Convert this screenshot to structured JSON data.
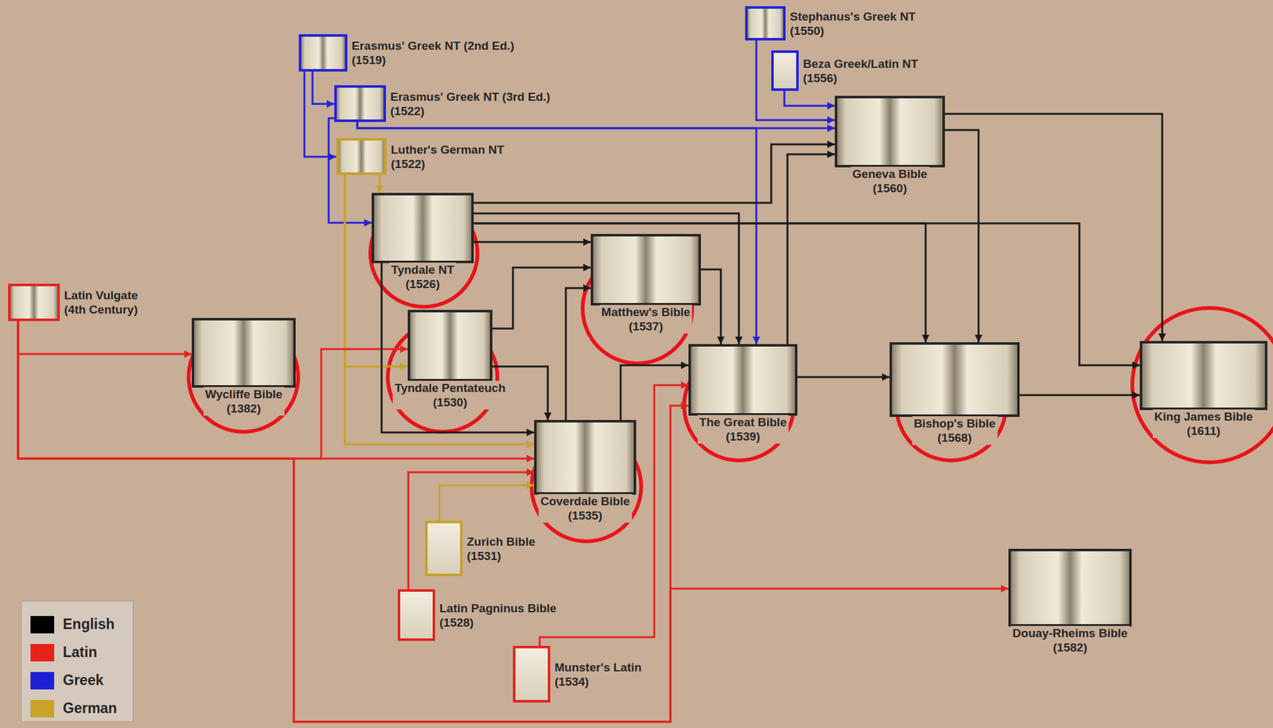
{
  "diagram": {
    "nodes": [
      {
        "text": [
          "Stephanus's Greek NT",
          "(1550)"
        ]
      },
      {
        "text": [
          "Erasmus' Greek NT (2nd Ed.)",
          "(1519)"
        ]
      },
      {
        "text": [
          "Beza Greek/Latin NT",
          "(1556)"
        ]
      },
      {
        "text": [
          "Erasmus' Greek NT (3rd Ed.)",
          "(1522)"
        ]
      },
      {
        "text": [
          "Geneva Bible",
          "(1560)"
        ]
      },
      {
        "text": [
          "Luther's German NT",
          "(1522)"
        ]
      },
      {
        "text": [
          "Tyndale NT",
          "(1526)"
        ]
      },
      {
        "text": [
          "Matthew's Bible",
          "(1537)"
        ]
      },
      {
        "text": [
          "Latin Vulgate",
          "(4th Century)"
        ]
      },
      {
        "text": [
          "Wycliffe Bible",
          "(1382)"
        ]
      },
      {
        "text": [
          "Tyndale Pentateuch",
          "(1530)"
        ]
      },
      {
        "text": [
          "The Great Bible",
          "(1539)"
        ]
      },
      {
        "text": [
          "Bishop's Bible",
          "(1568)"
        ]
      },
      {
        "text": [
          "King James Bible",
          "(1611)"
        ]
      },
      {
        "text": [
          "Coverdale Bible",
          "(1535)"
        ]
      },
      {
        "text": [
          "Zurich Bible",
          "(1531)"
        ]
      },
      {
        "text": [
          "Douay-Rheims Bible",
          "(1582)"
        ]
      },
      {
        "text": [
          "Latin Pagninus Bible",
          "(1528)"
        ]
      },
      {
        "text": [
          "Munster's Latin",
          "(1534)"
        ]
      }
    ],
    "edges": [
      {
        "from": 1,
        "to": 3,
        "arrow": "to"
      },
      {
        "from": 1,
        "to": 5,
        "arrow": "to"
      },
      {
        "from": 0,
        "to": 4,
        "arrow": "to"
      },
      {
        "from": 2,
        "to": 4,
        "arrow": "to"
      },
      {
        "from": 3,
        "to": 4,
        "arrow": "to"
      },
      {
        "from": 3,
        "to": 6,
        "arrow": "to"
      },
      {
        "from": 3,
        "to": 11,
        "arrow": "to"
      },
      {
        "from": 5,
        "to": 6,
        "arrow": "to"
      },
      {
        "from": 5,
        "to": 10,
        "arrow": "to"
      },
      {
        "from": 5,
        "to": 14,
        "arrow": "to"
      },
      {
        "from": 15,
        "to": 14,
        "arrow": "to"
      },
      {
        "from": 8,
        "to": 9,
        "arrow": "to"
      },
      {
        "from": 8,
        "to": 10,
        "arrow": "to"
      },
      {
        "from": 8,
        "to": 14,
        "arrow": "to"
      },
      {
        "from": 8,
        "to": 11,
        "arrow": "to"
      },
      {
        "from": 8,
        "to": 16,
        "arrow": "to"
      },
      {
        "from": 17,
        "to": 14,
        "arrow": "to"
      },
      {
        "from": 18,
        "to": 11,
        "arrow": "to"
      },
      {
        "from": 6,
        "to": 7,
        "arrow": "to"
      },
      {
        "from": 6,
        "to": 14,
        "arrow": "to"
      },
      {
        "from": 6,
        "to": 4,
        "arrow": "to"
      },
      {
        "from": 6,
        "to": 11,
        "arrow": "to"
      },
      {
        "from": 6,
        "to": 12,
        "arrow": "to"
      },
      {
        "from": 6,
        "to": 13,
        "arrow": "to"
      },
      {
        "from": 10,
        "to": 7,
        "arrow": "to"
      },
      {
        "from": 10,
        "to": 14,
        "arrow": "to"
      },
      {
        "from": 14,
        "to": 7,
        "arrow": "to"
      },
      {
        "from": 14,
        "to": 11,
        "arrow": "to"
      },
      {
        "from": 7,
        "to": 11,
        "arrow": "to"
      },
      {
        "from": 11,
        "to": 4,
        "arrow": "to"
      },
      {
        "from": 11,
        "to": 12,
        "arrow": "to"
      },
      {
        "from": 4,
        "to": 12,
        "arrow": "to"
      },
      {
        "from": 4,
        "to": 13,
        "arrow": "to"
      },
      {
        "from": 12,
        "to": 13,
        "arrow": "to"
      }
    ],
    "legend": [
      {
        "text": "English",
        "color": "#000000"
      },
      {
        "text": "Latin",
        "color": "#e8221b"
      },
      {
        "text": "Greek",
        "color": "#1f1fd8"
      },
      {
        "text": "German",
        "color": "#c9a227"
      }
    ]
  }
}
